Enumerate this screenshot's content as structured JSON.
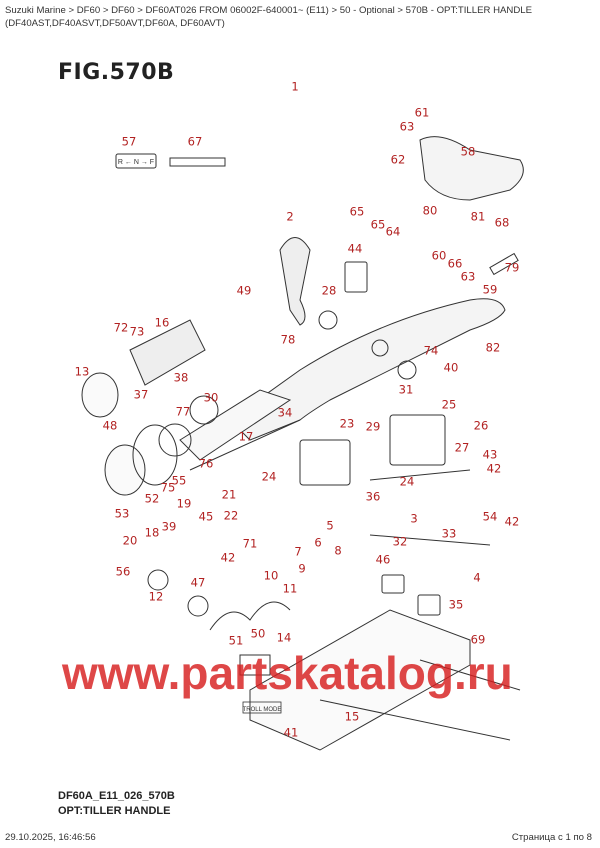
{
  "breadcrumb": "Suzuki Marine > DF60 > DF60 > DF60AT026 FROM 06002F-640001~ (E11) > 50 - Optional > 570B - OPT:TILLER HANDLE (DF40AST,DF40ASVT,DF50AVT,DF60A, DF60AVT)",
  "figure": {
    "title": "FIG.570B",
    "code": "DF60A_E11_026_570B",
    "name": "OPT:TILLER HANDLE",
    "callouts": [
      "1",
      "61",
      "63",
      "62",
      "57",
      "67",
      "58",
      "65",
      "65",
      "64",
      "80",
      "81",
      "68",
      "2",
      "44",
      "60",
      "66",
      "63",
      "59",
      "79",
      "49",
      "28",
      "16",
      "72",
      "73",
      "82",
      "78",
      "74",
      "13",
      "38",
      "40",
      "37",
      "31",
      "48",
      "25",
      "77",
      "30",
      "34",
      "17",
      "23",
      "29",
      "26",
      "27",
      "43",
      "42",
      "76",
      "55",
      "24",
      "24",
      "75",
      "52",
      "19",
      "21",
      "36",
      "53",
      "39",
      "45",
      "22",
      "3",
      "54",
      "42",
      "18",
      "5",
      "20",
      "71",
      "6",
      "7",
      "8",
      "33",
      "9",
      "42",
      "46",
      "32",
      "4",
      "10",
      "11",
      "56",
      "47",
      "12",
      "35",
      "50",
      "14",
      "51",
      "69",
      "15",
      "41"
    ],
    "callout_color": "#b22222",
    "labels": {
      "shift": "R ← N → F",
      "troll": "TROLL MODE"
    }
  },
  "watermark": "www.partskatalog.ru",
  "footer": {
    "datetime": "29.10.2025, 16:46:56",
    "page": "Страница с 1 по 8"
  }
}
